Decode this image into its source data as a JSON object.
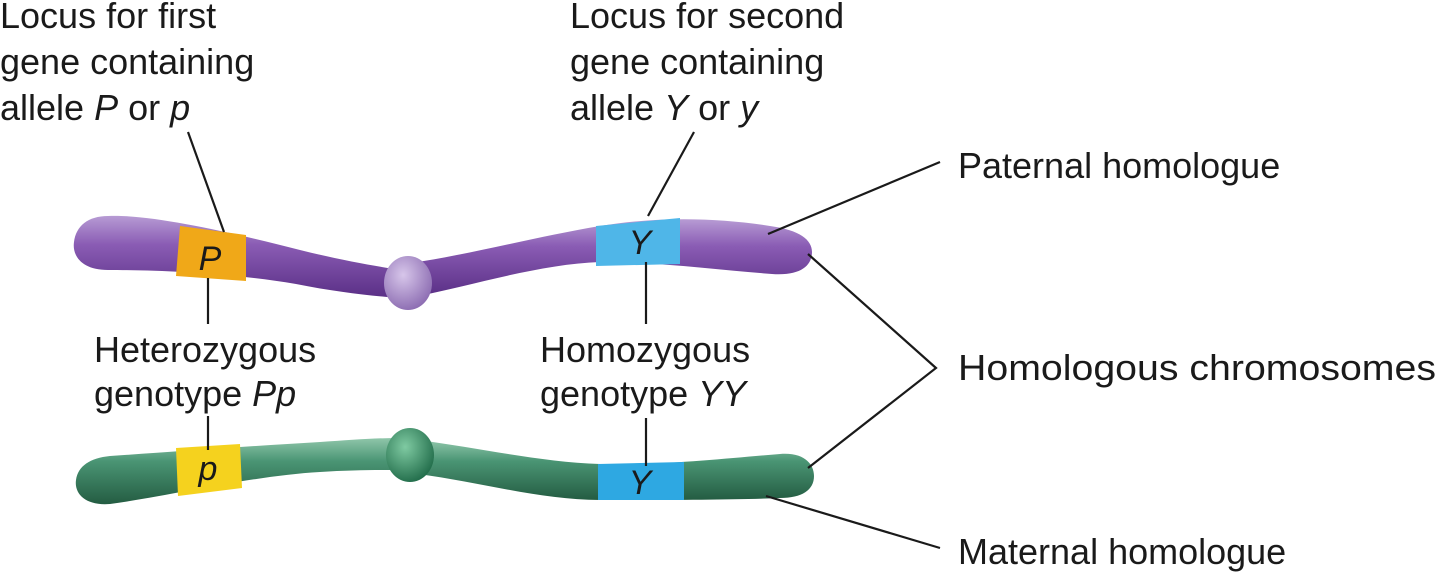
{
  "labels": {
    "locus_first": {
      "line1": "Locus for first",
      "line2": "gene containing",
      "line3_prefix": "allele ",
      "line3_allele_a": "P",
      "line3_mid": " or ",
      "line3_allele_b": "p"
    },
    "locus_second": {
      "line1": "Locus for second",
      "line2": "gene containing",
      "line3_prefix": "allele ",
      "line3_allele_a": "Y",
      "line3_mid": " or ",
      "line3_allele_b": "y"
    },
    "heterozygous": {
      "line1": "Heterozygous",
      "line2_prefix": "genotype ",
      "line2_genotype": "Pp"
    },
    "homozygous": {
      "line1": "Homozygous",
      "line2_prefix": "genotype ",
      "line2_genotype": "YY"
    },
    "paternal": "Paternal homologue",
    "homologous": "Homologous chromosomes",
    "maternal": "Maternal homologue"
  },
  "chromosomes": {
    "paternal": {
      "color": "#7e4fa6",
      "band_first": {
        "allele": "P",
        "color": "#f0a818"
      },
      "band_second": {
        "allele": "Y",
        "color": "#4fb6e8"
      }
    },
    "maternal": {
      "color": "#3e8a66",
      "band_first": {
        "allele": "p",
        "color": "#f5d21e"
      },
      "band_second": {
        "allele": "Y",
        "color": "#2ea8e2"
      }
    }
  }
}
